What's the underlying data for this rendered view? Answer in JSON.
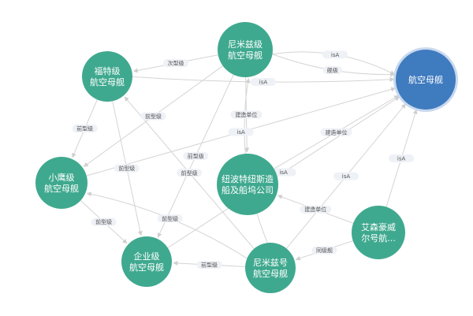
{
  "colors": {
    "node_green": "#3fa98f",
    "node_blue": "#3f7bbf",
    "node_blue_ring": "#c9d9ee",
    "edge": "#d4d4d4",
    "edge_label_bg": "#eef1f6",
    "edge_label_text": "#555555"
  },
  "nodes": [
    {
      "id": "nimitz",
      "lines": [
        "尼米兹级",
        "航空母舰"
      ],
      "color": "green"
    },
    {
      "id": "carrier",
      "lines": [
        "航空母舰"
      ],
      "color": "blue"
    },
    {
      "id": "ford",
      "lines": [
        "福特级",
        "航空母舰"
      ],
      "color": "green"
    },
    {
      "id": "kittyhawk",
      "lines": [
        "小鹰级",
        "航空母舰"
      ],
      "color": "green"
    },
    {
      "id": "newport",
      "lines": [
        "纽波特纽斯造",
        "船及船坞公司"
      ],
      "color": "green"
    },
    {
      "id": "eisenhower",
      "lines": [
        "艾森豪威",
        "尔号航..."
      ],
      "color": "green"
    },
    {
      "id": "enterprise",
      "lines": [
        "企业级",
        "航空母舰"
      ],
      "color": "green"
    },
    {
      "id": "nimitz_ship",
      "lines": [
        "尼米兹号",
        "航空母舰"
      ],
      "color": "green"
    }
  ],
  "edges": [
    {
      "from": "nimitz",
      "to": "carrier",
      "label": "isA"
    },
    {
      "from": "nimitz",
      "to": "carrier",
      "label": "舰级"
    },
    {
      "from": "nimitz",
      "to": "ford",
      "label": "次型级"
    },
    {
      "from": "ford",
      "to": "carrier",
      "label": "isA"
    },
    {
      "from": "ford",
      "to": "kittyhawk",
      "label": "前型级"
    },
    {
      "from": "nimitz",
      "to": "kittyhawk",
      "label": "前型级"
    },
    {
      "from": "nimitz",
      "to": "enterprise",
      "label": "前型级"
    },
    {
      "from": "nimitz",
      "to": "newport",
      "label": "建造单位"
    },
    {
      "from": "nimitz_ship",
      "to": "nimitz",
      "label": "舰级"
    },
    {
      "from": "eisenhower",
      "to": "carrier",
      "label": "isA"
    },
    {
      "from": "newport",
      "to": "carrier",
      "label": "建造单位"
    },
    {
      "from": "kittyhawk",
      "to": "carrier",
      "label": "isA"
    },
    {
      "from": "nimitz_ship",
      "to": "carrier",
      "label": "isA"
    },
    {
      "from": "ford",
      "to": "enterprise",
      "label": "前型级"
    },
    {
      "from": "kittyhawk",
      "to": "enterprise",
      "label": "前型级"
    },
    {
      "from": "nimitz_ship",
      "to": "kittyhawk",
      "label": "前型级"
    },
    {
      "from": "nimitz_ship",
      "to": "enterprise",
      "label": "前型级"
    },
    {
      "from": "nimitz_ship",
      "to": "ford",
      "label": "前型级"
    },
    {
      "from": "eisenhower",
      "to": "newport",
      "label": "建造单位"
    },
    {
      "from": "eisenhower",
      "to": "nimitz_ship",
      "label": "同级舰"
    },
    {
      "from": "enterprise",
      "to": "carrier",
      "label": "isA"
    }
  ]
}
